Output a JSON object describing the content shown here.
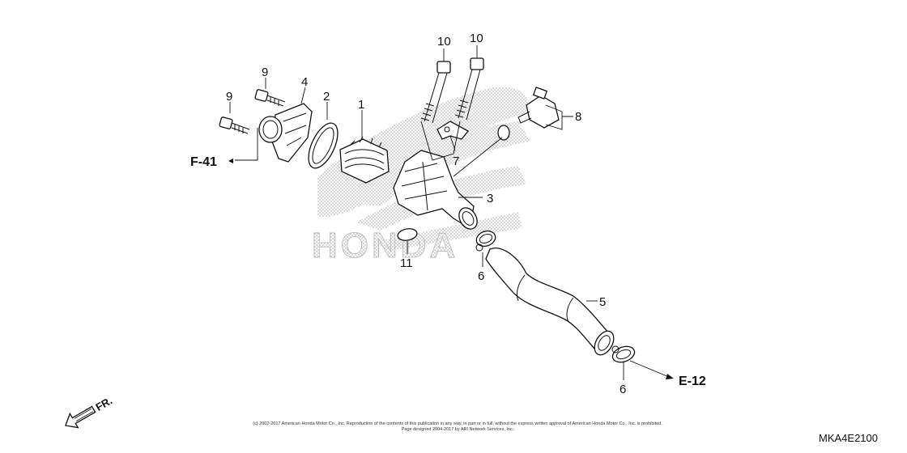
{
  "diagram": {
    "callouts": {
      "p1": "1",
      "p2": "2",
      "p3": "3",
      "p4": "4",
      "p5": "5",
      "p6a": "6",
      "p6b": "6",
      "p7": "7",
      "p8": "8",
      "p9a": "9",
      "p9b": "9",
      "p10a": "10",
      "p10b": "10",
      "p11": "11"
    },
    "refs": {
      "left": "F-41",
      "right": "E-12"
    },
    "watermark": "HONDA",
    "direction": "FR.",
    "copyright_line1": "(c) 2002-2017 American Honda Motor Co., Inc. Reproduction of the contents of this publication in any way, in part or in full, without the express written approval of American Honda Motor Co., Inc. is prohibited.",
    "copyright_line2": "Page designed 2004-2017 by ARI Network Services, Inc.",
    "diagram_code": "MKA4E2100"
  }
}
